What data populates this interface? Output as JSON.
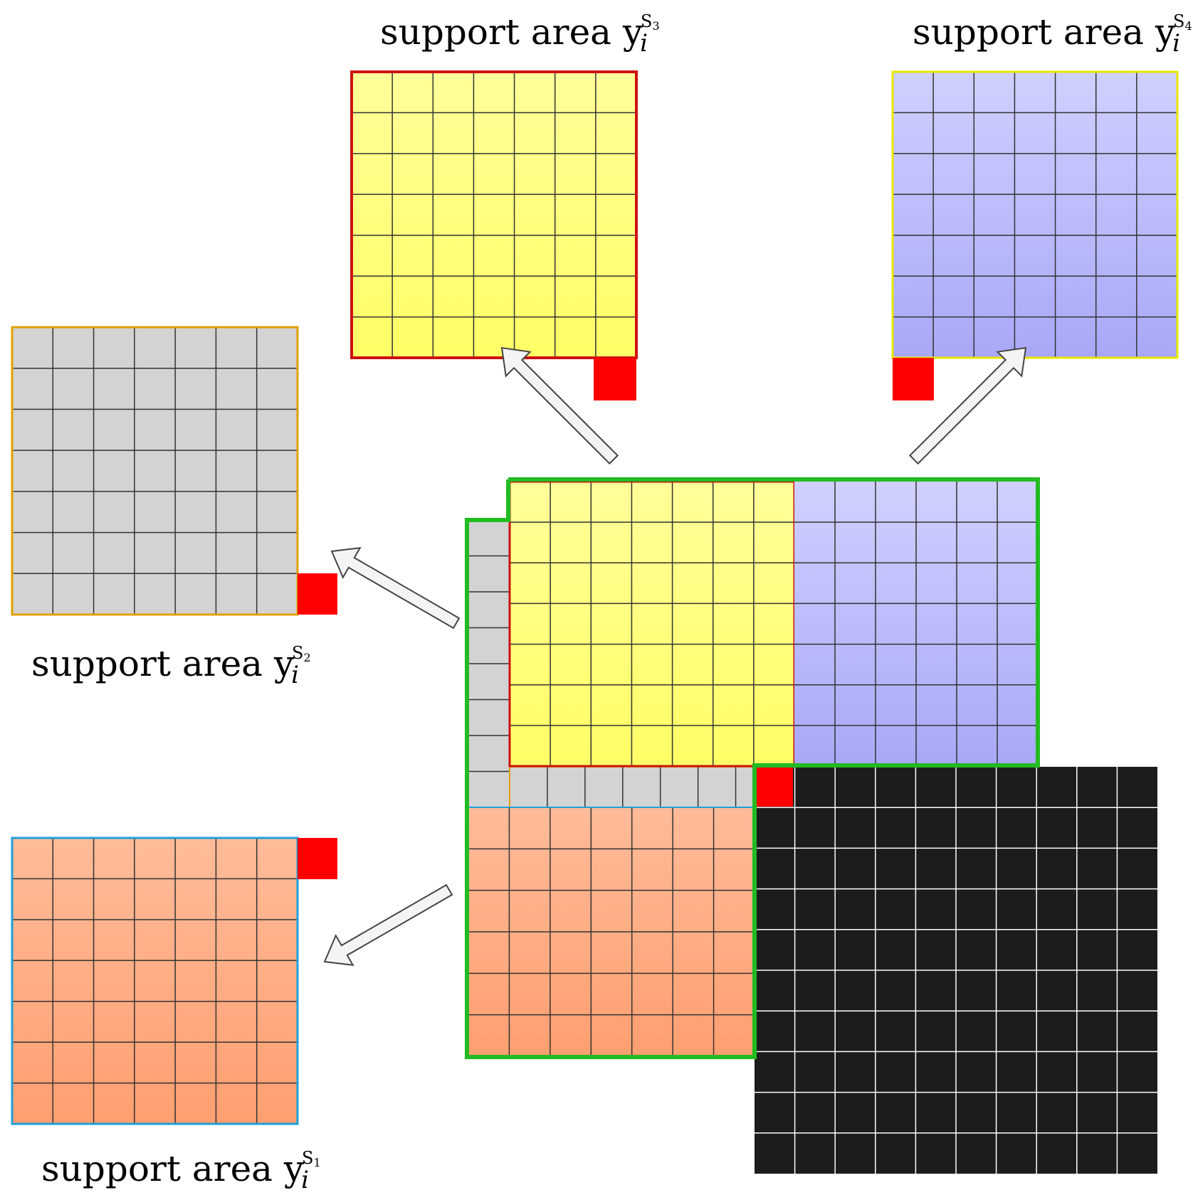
{
  "labels": {
    "s1": {
      "text": "support area ",
      "var": "y",
      "sub": "i",
      "sup": "S",
      "sup_sub": "1"
    },
    "s2": {
      "text": "support area ",
      "var": "y",
      "sub": "i",
      "sup": "S",
      "sup_sub": "2"
    },
    "s3": {
      "text": "support area ",
      "var": "y",
      "sub": "i",
      "sup": "S",
      "sup_sub": "3"
    },
    "s4": {
      "text": "support area ",
      "var": "y",
      "sub": "i",
      "sup": "S",
      "sup_sub": "4"
    }
  },
  "colors": {
    "yellow_top": "#ffff99",
    "yellow_bottom": "#ffff66",
    "yellow_border": "#cc1111",
    "blue_top": "#d0d0ff",
    "blue_bottom": "#a8a8f8",
    "blue_border": "#e8e800",
    "gray": "#d3d3d3",
    "gray_border": "#e0a000",
    "orange_top": "#ffbb99",
    "orange_bottom": "#ff9f70",
    "orange_border": "#1ea0d8",
    "black": "#1c1c1c",
    "green_outline": "#22bb22",
    "marker": "#ff0000",
    "grid_line": "#333333",
    "arrow_fill": "#f4f4f4",
    "arrow_stroke": "#444444"
  },
  "grids": {
    "support_area_s3": {
      "rows": 7,
      "cols": 7
    },
    "support_area_s4": {
      "rows": 7,
      "cols": 7
    },
    "support_area_s2": {
      "rows": 7,
      "cols": 7
    },
    "support_area_s1": {
      "rows": 7,
      "cols": 7
    },
    "center_yellow": {
      "rows": 7,
      "cols": 7
    },
    "center_blue": {
      "rows": 7,
      "cols": 6
    },
    "center_gray": {
      "rows": 8,
      "cols": 1
    },
    "center_orange": {
      "rows": 6,
      "cols": 7
    },
    "center_black": {
      "rows": 10,
      "cols": 10
    }
  }
}
